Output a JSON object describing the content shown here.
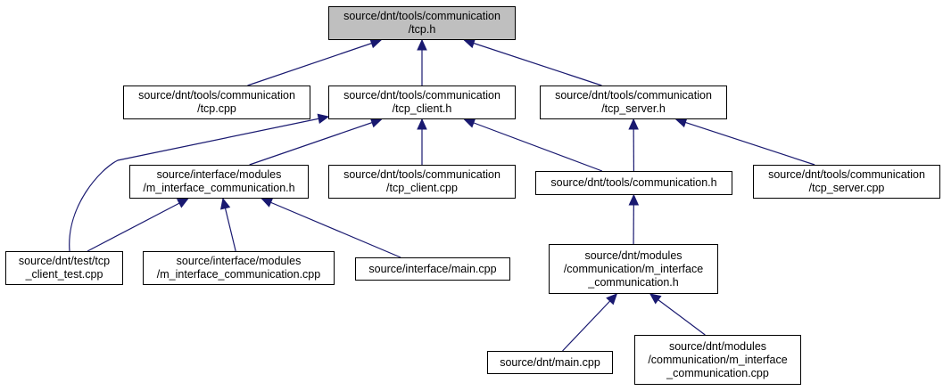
{
  "colors": {
    "edge": "#191970",
    "root_fill": "#bfbfbf",
    "node_fill": "#ffffff",
    "border": "#000000"
  },
  "nodes": {
    "tcp_h": {
      "lines": [
        "source/dnt/tools/communication",
        "/tcp.h"
      ]
    },
    "tcp_cpp": {
      "lines": [
        "source/dnt/tools/communication",
        "/tcp.cpp"
      ]
    },
    "tcp_client_h": {
      "lines": [
        "source/dnt/tools/communication",
        "/tcp_client.h"
      ]
    },
    "tcp_server_h": {
      "lines": [
        "source/dnt/tools/communication",
        "/tcp_server.h"
      ]
    },
    "m_iface_comm_h": {
      "lines": [
        "source/interface/modules",
        "/m_interface_communication.h"
      ]
    },
    "tcp_client_cpp": {
      "lines": [
        "source/dnt/tools/communication",
        "/tcp_client.cpp"
      ]
    },
    "communication_h": {
      "lines": [
        "source/dnt/tools/communication.h"
      ]
    },
    "tcp_server_cpp": {
      "lines": [
        "source/dnt/tools/communication",
        "/tcp_server.cpp"
      ]
    },
    "tcp_client_test": {
      "lines": [
        "source/dnt/test/tcp",
        "_client_test.cpp"
      ]
    },
    "m_iface_comm_cpp": {
      "lines": [
        "source/interface/modules",
        "/m_interface_communication.cpp"
      ]
    },
    "interface_main": {
      "lines": [
        "source/interface/main.cpp"
      ]
    },
    "dnt_mod_comm_h": {
      "lines": [
        "source/dnt/modules",
        "/communication/m_interface",
        "_communication.h"
      ]
    },
    "dnt_main": {
      "lines": [
        "source/dnt/main.cpp"
      ]
    },
    "dnt_mod_comm_cpp": {
      "lines": [
        "source/dnt/modules",
        "/communication/m_interface",
        "_communication.cpp"
      ]
    }
  },
  "edges": [
    {
      "from": "tcp_cpp",
      "to": "tcp_h"
    },
    {
      "from": "tcp_client_h",
      "to": "tcp_h"
    },
    {
      "from": "tcp_server_h",
      "to": "tcp_h"
    },
    {
      "from": "tcp_client_test",
      "to": "tcp_client_h"
    },
    {
      "from": "m_iface_comm_h",
      "to": "tcp_client_h"
    },
    {
      "from": "tcp_client_cpp",
      "to": "tcp_client_h"
    },
    {
      "from": "communication_h",
      "to": "tcp_client_h"
    },
    {
      "from": "communication_h",
      "to": "tcp_server_h"
    },
    {
      "from": "tcp_server_cpp",
      "to": "tcp_server_h"
    },
    {
      "from": "tcp_client_test",
      "to": "m_iface_comm_h"
    },
    {
      "from": "m_iface_comm_cpp",
      "to": "m_iface_comm_h"
    },
    {
      "from": "interface_main",
      "to": "m_iface_comm_h"
    },
    {
      "from": "dnt_mod_comm_h",
      "to": "communication_h"
    },
    {
      "from": "dnt_main",
      "to": "dnt_mod_comm_h"
    },
    {
      "from": "dnt_mod_comm_cpp",
      "to": "dnt_mod_comm_h"
    }
  ]
}
